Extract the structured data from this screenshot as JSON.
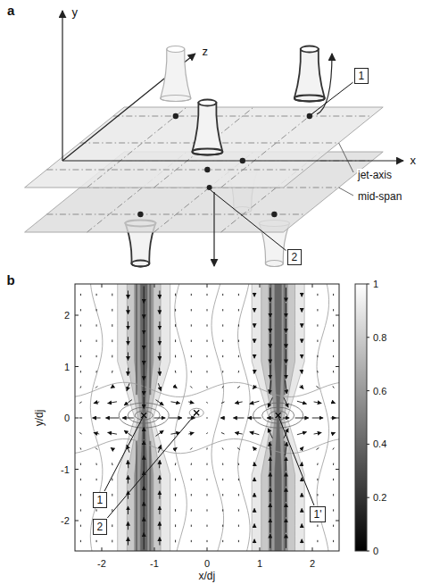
{
  "diagram": {
    "nodes": [
      {
        "text": [
          "1"
        ]
      },
      {
        "text": [
          "2"
        ]
      },
      {
        "text": [
          "1"
        ]
      },
      {
        "text": [
          "2"
        ]
      },
      {
        "text": [
          "1'"
        ]
      }
    ],
    "labels": [
      "a",
      "y",
      "z",
      "x",
      "jet-axis",
      "mid-span",
      "b",
      "2",
      "1",
      "0",
      "-1",
      "-2",
      "y/dj",
      "-2",
      "-1",
      "0",
      "1",
      "2",
      "x/dj",
      "1",
      "0.8",
      "0.6",
      "0.4",
      "0.2",
      "0"
    ]
  }
}
